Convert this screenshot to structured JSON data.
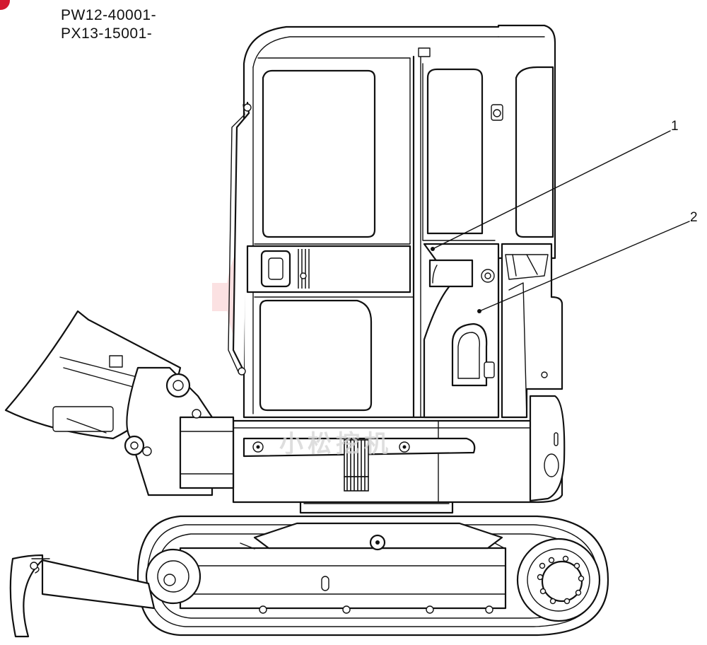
{
  "header": {
    "serial_ranges": [
      "PW12-40001-",
      "PX13-15001-"
    ]
  },
  "callouts": [
    {
      "id": "1",
      "label": "1"
    },
    {
      "id": "2",
      "label": "2"
    }
  ],
  "watermark": {
    "text": "小松挖机",
    "color": "#e8323c"
  },
  "colors": {
    "line": "#111111",
    "background": "#ffffff",
    "watermark": "#e8323c",
    "badge": "#d3182f"
  }
}
